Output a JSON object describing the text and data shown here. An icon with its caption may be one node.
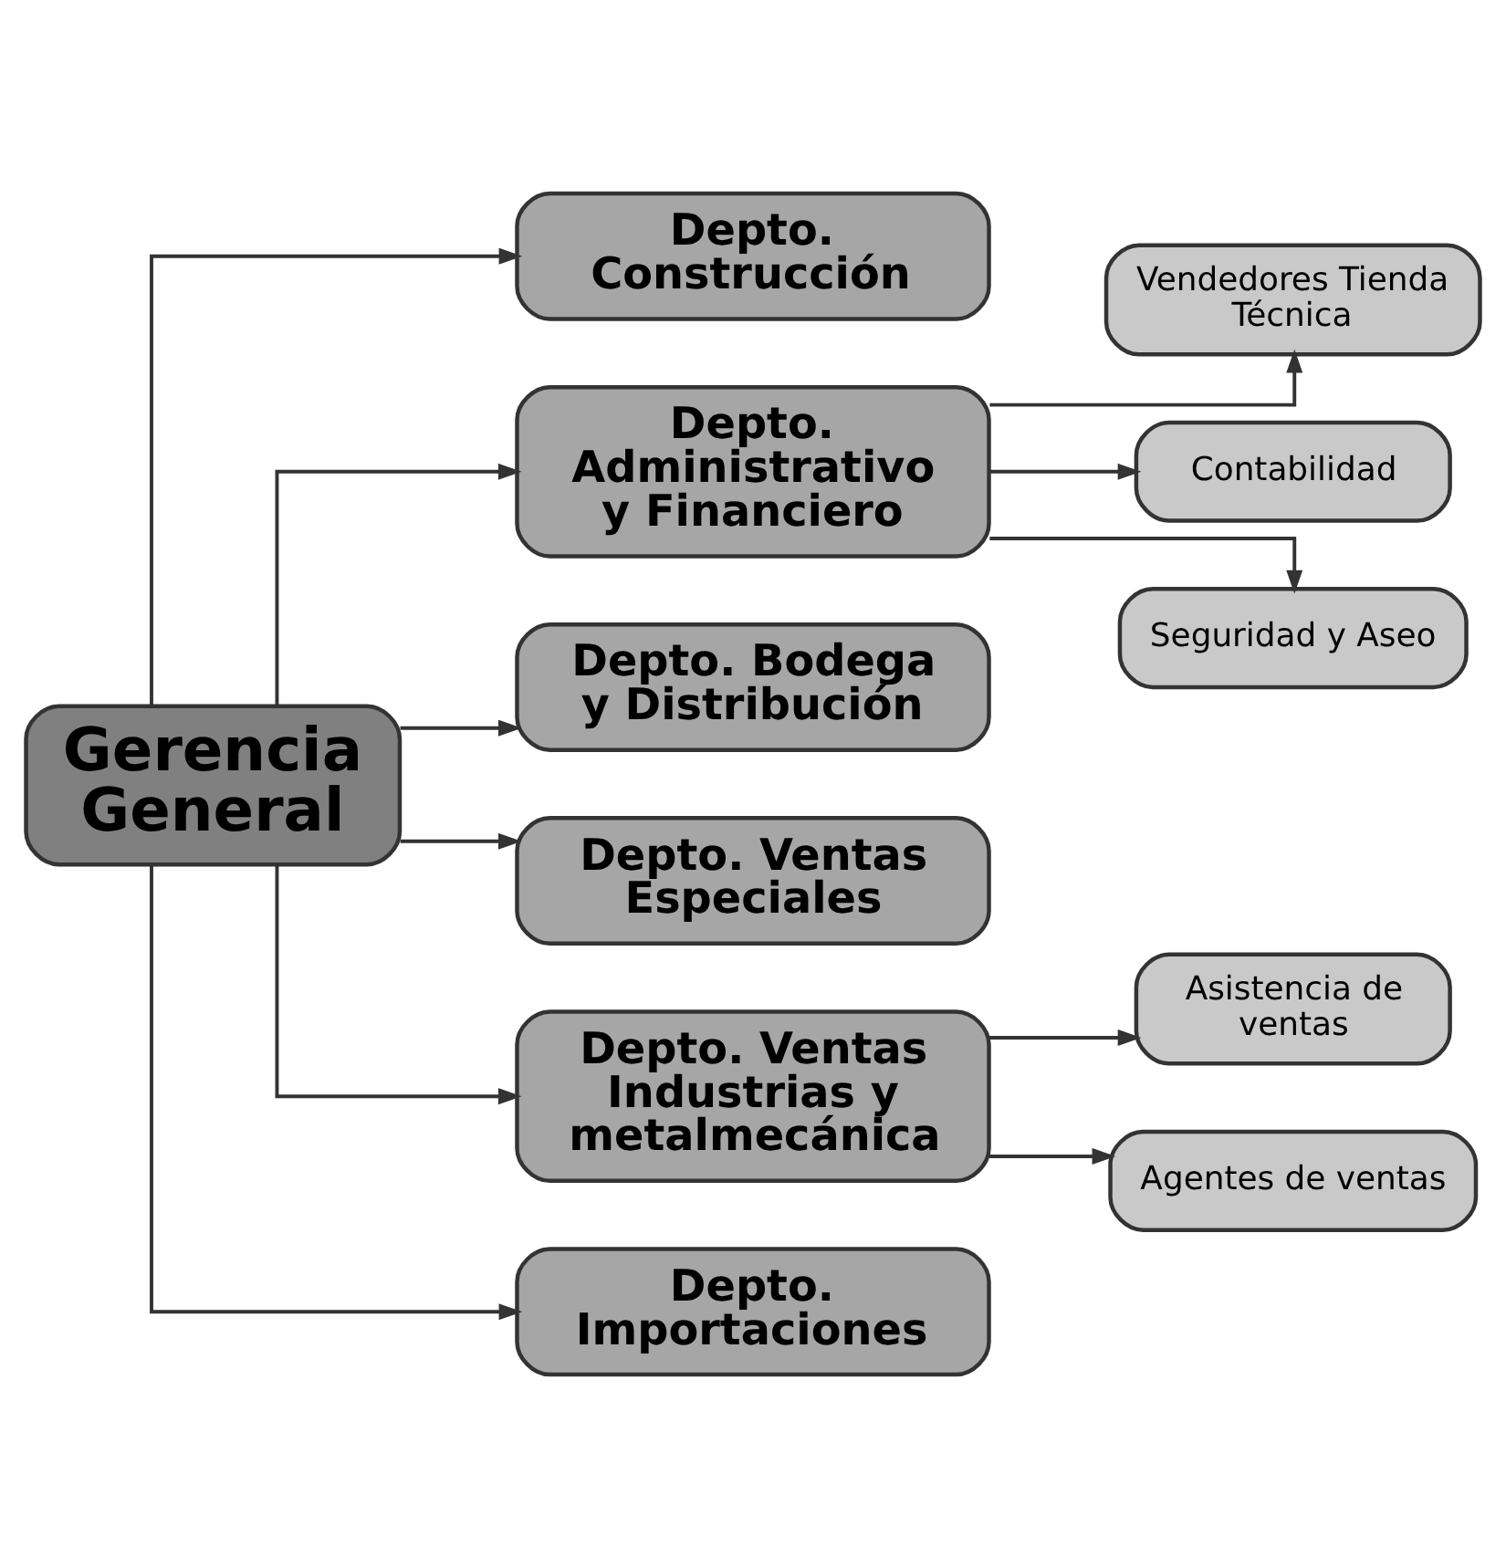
{
  "diagram": {
    "nodes": [
      {
        "text": [
          "Gerencia General"
        ]
      },
      {
        "text": [
          "Depto. Construcción"
        ]
      },
      {
        "text": [
          "Depto. Administrativo y Financiero"
        ]
      },
      {
        "text": [
          "Depto. Bodega y Distribución"
        ]
      },
      {
        "text": [
          "Depto. Ventas Especiales"
        ]
      },
      {
        "text": [
          "Depto. Ventas Industrias y metalmecánica"
        ]
      },
      {
        "text": [
          "Depto. Importaciones"
        ]
      },
      {
        "text": [
          "Vendedores Tienda Técnica"
        ]
      },
      {
        "text": [
          "Contabilidad"
        ]
      },
      {
        "text": [
          "Seguridad y Aseo"
        ]
      },
      {
        "text": [
          "Asistencia de ventas"
        ]
      },
      {
        "text": [
          "Agentes de ventas"
        ]
      }
    ],
    "edges": [
      {
        "from": 0,
        "to": 1,
        "arrow": "to"
      },
      {
        "from": 0,
        "to": 2,
        "arrow": "to"
      },
      {
        "from": 0,
        "to": 3,
        "arrow": "to"
      },
      {
        "from": 0,
        "to": 4,
        "arrow": "to"
      },
      {
        "from": 0,
        "to": 5,
        "arrow": "to"
      },
      {
        "from": 0,
        "to": 6,
        "arrow": "to"
      },
      {
        "from": 2,
        "to": 7,
        "arrow": "to"
      },
      {
        "from": 2,
        "to": 8,
        "arrow": "to"
      },
      {
        "from": 2,
        "to": 9,
        "arrow": "to"
      },
      {
        "from": 5,
        "to": 10,
        "arrow": "to"
      },
      {
        "from": 5,
        "to": 11,
        "arrow": "to"
      }
    ]
  }
}
